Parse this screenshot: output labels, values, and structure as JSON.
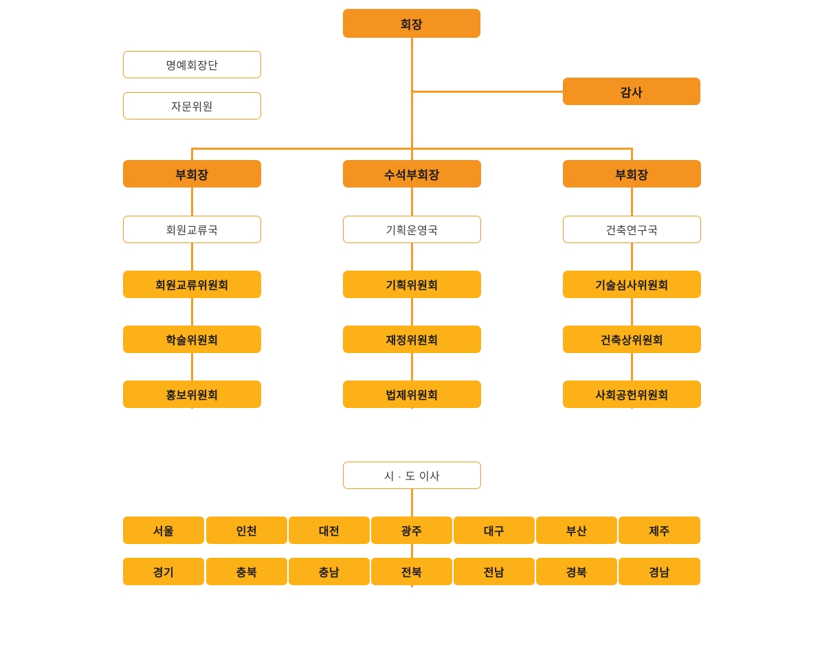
{
  "colors": {
    "exec_fill": "#F4931F",
    "committee_fill": "#FBB117",
    "line": "#F59A23",
    "outline_border": "#F59A23",
    "outline_fill": "#FFFFFF",
    "text_dark": "#1A1A1A",
    "text_gray": "#3C3C3C",
    "background": "#FFFFFF"
  },
  "chart_type": "organization-chart",
  "top": {
    "chairman": "회장",
    "auditor": "감사"
  },
  "advisory": [
    {
      "label": "명예회장단"
    },
    {
      "label": "자문위원"
    }
  ],
  "columns": [
    {
      "head": "부회장",
      "bureau": "회원교류국",
      "committees": [
        "회원교류위원회",
        "학술위원회",
        "홍보위원회"
      ]
    },
    {
      "head": "수석부회장",
      "bureau": "기획운영국",
      "committees": [
        "기획위원회",
        "재정위원회",
        "법제위원회"
      ]
    },
    {
      "head": "부회장",
      "bureau": "건축연구국",
      "committees": [
        "기술심사위원회",
        "건축상위원회",
        "사회공헌위원회"
      ]
    }
  ],
  "regional": {
    "head": "시 · 도 이사",
    "rows": [
      [
        "서울",
        "인천",
        "대전",
        "광주",
        "대구",
        "부산",
        "제주"
      ],
      [
        "경기",
        "충북",
        "충남",
        "전북",
        "전남",
        "경북",
        "경남"
      ]
    ]
  }
}
